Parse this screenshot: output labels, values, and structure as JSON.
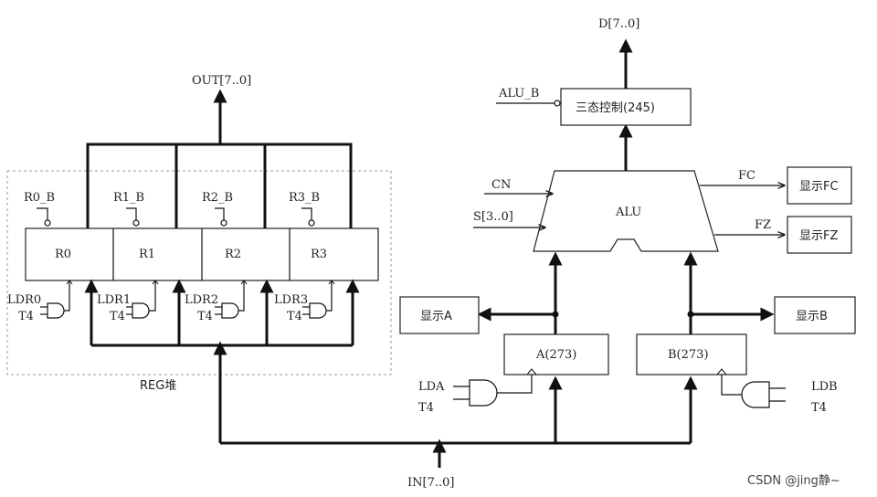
{
  "registers": [
    {
      "name": "R0",
      "bus_enable": "R0_B",
      "load": "LDR0",
      "clock": "T4"
    },
    {
      "name": "R1",
      "bus_enable": "R1_B",
      "load": "LDR1",
      "clock": "T4"
    },
    {
      "name": "R2",
      "bus_enable": "R2_B",
      "load": "LDR2",
      "clock": "T4"
    },
    {
      "name": "R3",
      "bus_enable": "R3_B",
      "load": "LDR3",
      "clock": "T4"
    }
  ],
  "reg_file_label": "REG堆",
  "out_bus": "OUT[7..0]",
  "in_bus": "IN[7..0]",
  "d_bus": "D[7..0]",
  "tristate": {
    "label": "三态控制(245)",
    "enable": "ALU_B"
  },
  "alu": {
    "label": "ALU",
    "cn": "CN",
    "select": "S[3..0]",
    "fc": "FC",
    "fz": "FZ"
  },
  "displays": {
    "fc": "显示FC",
    "fz": "显示FZ",
    "a": "显示A",
    "b": "显示B"
  },
  "reg_a": {
    "label": "A(273)",
    "load": "LDA",
    "clock": "T4"
  },
  "reg_b": {
    "label": "B(273)",
    "load": "LDB",
    "clock": "T4"
  },
  "watermark": "CSDN @jing静~"
}
